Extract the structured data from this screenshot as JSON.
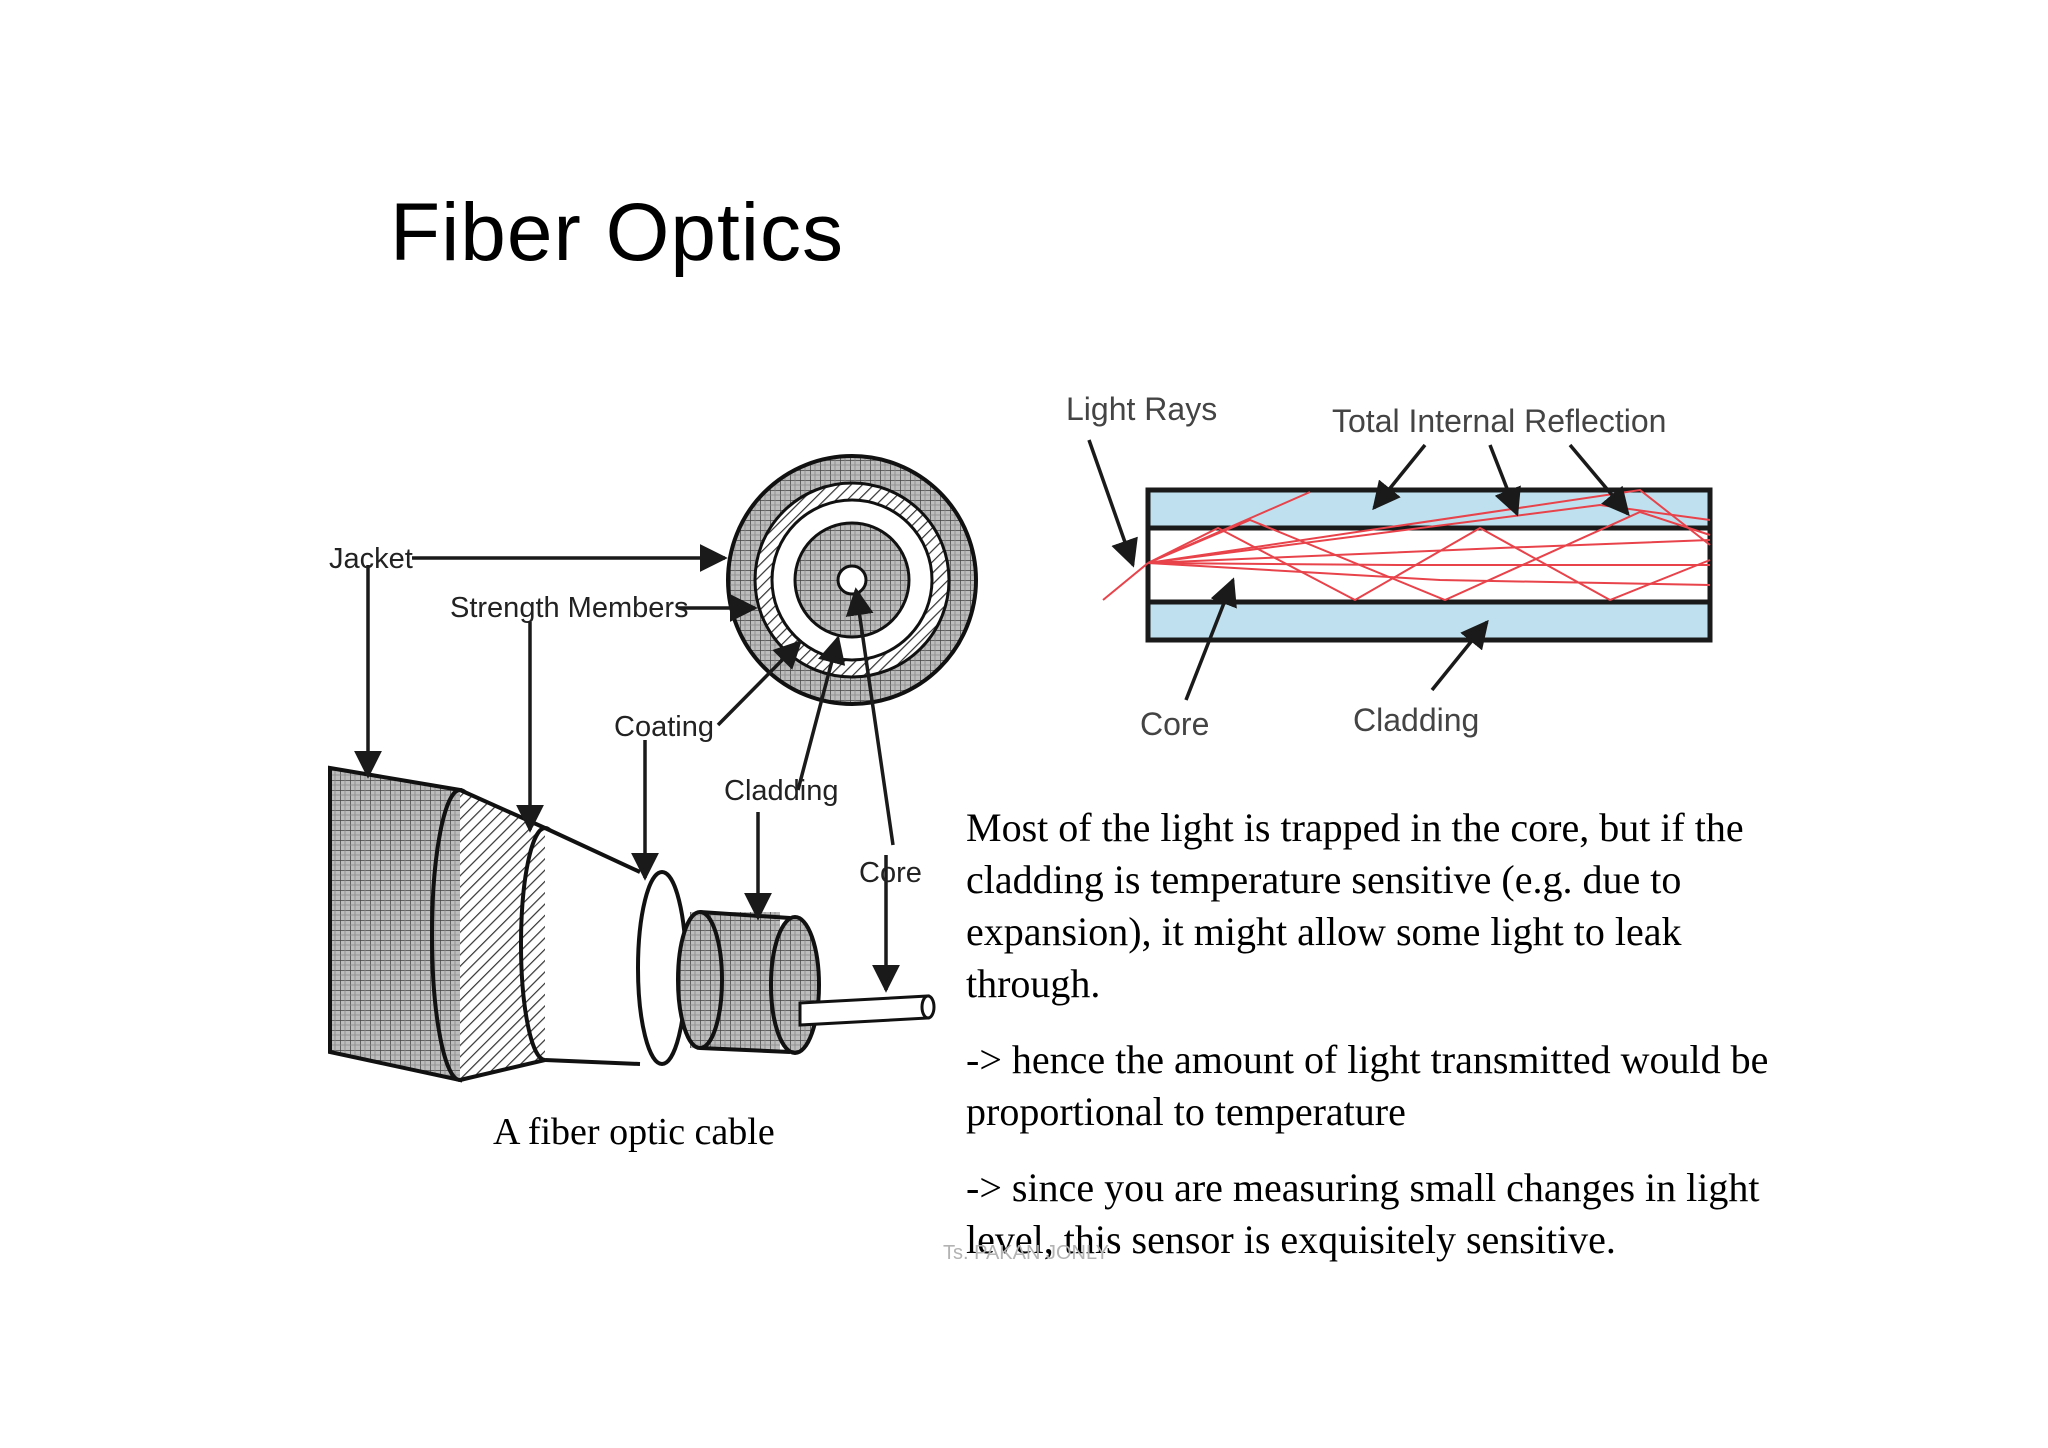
{
  "slide": {
    "title": "Fiber Optics",
    "footer": "Ts. PAKAN JONLY"
  },
  "cable_diagram": {
    "labels": {
      "jacket": "Jacket",
      "strength_members": "Strength Members",
      "coating": "Coating",
      "cladding": "Cladding",
      "core": "Core"
    },
    "caption": "A fiber optic cable"
  },
  "tir_diagram": {
    "labels": {
      "light_rays": "Light Rays",
      "total_internal_reflection": "Total Internal Reflection",
      "core": "Core",
      "cladding": "Cladding"
    },
    "colors": {
      "cladding_fill": "#bfe0ee",
      "ray": "#e8424a"
    }
  },
  "body": {
    "paragraphs": [
      "Most of the light is trapped in the core, but if the cladding is temperature sensitive (e.g. due to expansion), it might allow some light to leak through.",
      "-> hence the amount of light transmitted would be proportional to temperature",
      "-> since you are measuring small changes in light level, this sensor is exquisitely sensitive."
    ]
  }
}
